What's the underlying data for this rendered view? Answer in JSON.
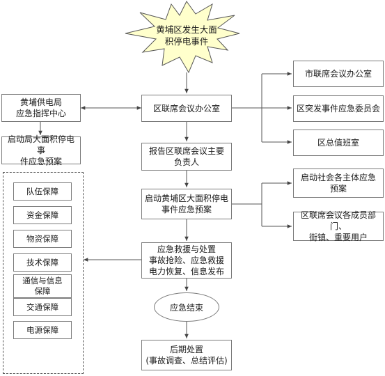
{
  "start": "黄埔区发生大面\n积停电事件",
  "nodes": {
    "district_office": "区联席会议办公室",
    "report": "报告区联席会议主要\n负责人",
    "start_plan": "启动黄埔区大面积停电\n事件应急预案",
    "rescue": "应急救援与处置\n事故抢险、应急救援\n电力恢复、信息发布",
    "end": "应急结束",
    "aftermath": "后期处置\n(事故调查、总结评估)",
    "power_center": "黄埔供电局\n应急指挥中心",
    "power_plan": "启动局大面积停电事\n件应急预案",
    "city_office": "市联席会议办公室",
    "emergency_committee": "区突发事件应急委员会",
    "duty_room": "区总值班室",
    "social_plan": "启动社会各主体应急\n预案",
    "members": "区联席会议各成员部门、\n街镇、重要用户"
  },
  "guarantees": [
    "队伍保障",
    "资金保障",
    "物资保障",
    "技术保障",
    "通信与信息\n保障",
    "交通保障",
    "电源保障"
  ]
}
